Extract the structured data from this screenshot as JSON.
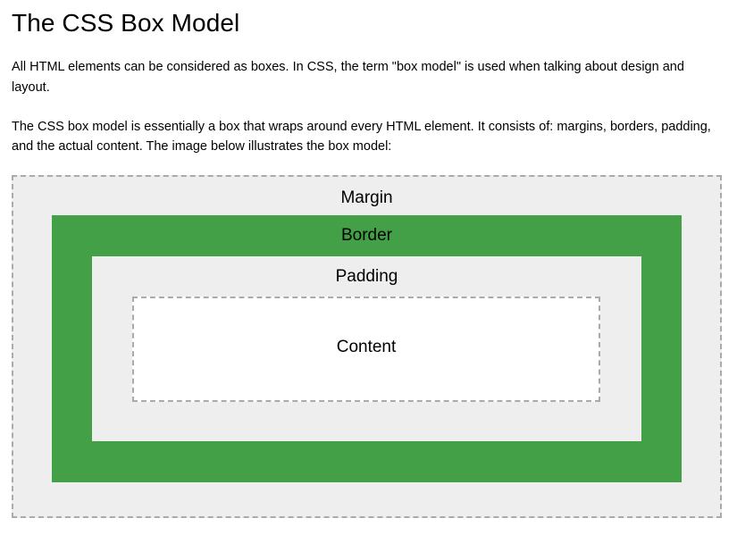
{
  "document": {
    "title": "The CSS Box Model",
    "paragraphs": [
      "All HTML elements can be considered as boxes. In CSS, the term \"box model\" is used when talking about design and layout.",
      "The CSS box model is essentially a box that wraps around every HTML element. It consists of: margins, borders, padding, and the actual content. The image below illustrates the box model:"
    ]
  },
  "diagram": {
    "name": "css-box-model-diagram",
    "layers": [
      {
        "key": "margin",
        "label": "Margin",
        "fill": "#eeeeee",
        "border_style": "2px dashed #aaaaaa"
      },
      {
        "key": "border",
        "label": "Border",
        "fill": "#43a047",
        "border_style": "none"
      },
      {
        "key": "padding",
        "label": "Padding",
        "fill": "#eeeeee",
        "border_style": "none"
      },
      {
        "key": "content",
        "label": "Content",
        "fill": "#ffffff",
        "border_style": "2px dashed #aaaaaa"
      }
    ]
  },
  "colors": {
    "page_background": "#ffffff",
    "text": "#000000",
    "neutral_fill": "#eeeeee",
    "accent_green": "#43a047",
    "dashed_border": "#aaaaaa"
  }
}
